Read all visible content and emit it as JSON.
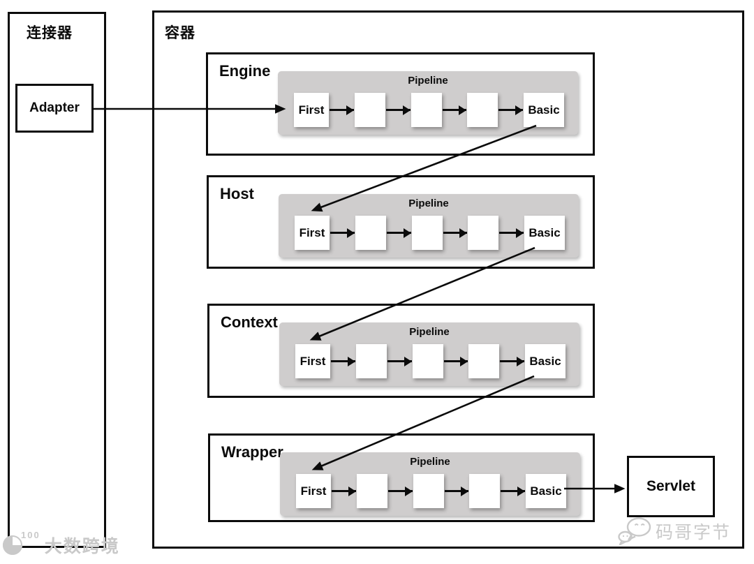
{
  "diagram": {
    "connector": {
      "title": "连接器",
      "adapter_label": "Adapter"
    },
    "container": {
      "title": "容器"
    },
    "pipeline_sections": [
      {
        "name": "Engine",
        "pipeline": "Pipeline",
        "first": "First",
        "basic": "Basic"
      },
      {
        "name": "Host",
        "pipeline": "Pipeline",
        "first": "First",
        "basic": "Basic"
      },
      {
        "name": "Context",
        "pipeline": "Pipeline",
        "first": "First",
        "basic": "Basic"
      },
      {
        "name": "Wrapper",
        "pipeline": "Pipeline",
        "first": "First",
        "basic": "Basic"
      }
    ],
    "servlet_label": "Servlet",
    "watermarks": {
      "bottom_left_badge": "100",
      "bottom_left_text": "大数跨境",
      "bottom_right_text": "码哥字节"
    },
    "colors": {
      "pipeline_bg": "#cfcdcd",
      "line": "#0b0b0b",
      "watermark": "#c9c9c9"
    }
  }
}
